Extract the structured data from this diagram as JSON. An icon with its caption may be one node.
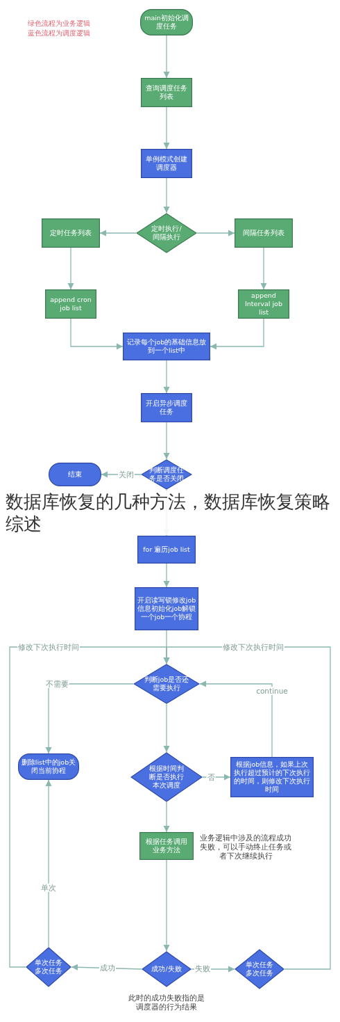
{
  "diagram": {
    "nodes": [
      {
        "text": [
          "main初始化调度任务"
        ]
      },
      {
        "text": [
          "查询调度任务列表"
        ]
      },
      {
        "text": [
          "单例模式创建调度器"
        ]
      },
      {
        "text": [
          "定时执行/间隔执行"
        ]
      },
      {
        "text": [
          "定时任务列表"
        ]
      },
      {
        "text": [
          "间隔任务列表"
        ]
      },
      {
        "text": [
          "append cron job list"
        ]
      },
      {
        "text": [
          "append Interval job list"
        ]
      },
      {
        "text": [
          "记录每个job的基础信息放到一个list中"
        ]
      },
      {
        "text": [
          "开启异步调度任务"
        ]
      },
      {
        "text": [
          "结束"
        ]
      },
      {
        "text": [
          "判断调度任务是否关闭"
        ]
      },
      {
        "text": [
          "for 遍历job list"
        ]
      },
      {
        "text": [
          "开启读写锁修改job信息初始化job解锁一个job一个协程"
        ]
      },
      {
        "text": [
          "判断job是否还需要执行"
        ]
      },
      {
        "text": [
          "删除list中的job关闭当前协程"
        ]
      },
      {
        "text": [
          "根据时间判断是否执行本次调度"
        ]
      },
      {
        "text": [
          "根据job信息，如果上次执行超过预计的下次执行的时间，则修改下次执行时间"
        ]
      },
      {
        "text": [
          "根据任务调用业务方法"
        ],
        "beside": [
          "业务逻辑中涉及的流程成功失败，可以手动终止任务或者下次继续执行"
        ]
      },
      {
        "text": [
          "成功/失败"
        ],
        "beside": [
          "此时的成功失败指的是调度器的行为结果"
        ]
      },
      {
        "text": [
          "单次任务多次任务"
        ]
      },
      {
        "text": [
          "单次任务多次任务"
        ]
      }
    ],
    "edges": [
      {
        "from": 0,
        "to": 1,
        "arrow": "to"
      },
      {
        "from": 1,
        "to": 2,
        "arrow": "to"
      },
      {
        "from": 2,
        "to": 3,
        "arrow": "to"
      },
      {
        "from": 3,
        "to": 4,
        "arrow": "to"
      },
      {
        "from": 3,
        "to": 5,
        "arrow": "to"
      },
      {
        "from": 4,
        "to": 6,
        "arrow": "to"
      },
      {
        "from": 5,
        "to": 7,
        "arrow": "to"
      },
      {
        "from": 6,
        "to": 8,
        "arrow": "to"
      },
      {
        "from": 7,
        "to": 8,
        "arrow": "to"
      },
      {
        "from": 8,
        "to": 9,
        "arrow": "to"
      },
      {
        "from": 9,
        "to": 11,
        "arrow": "to"
      },
      {
        "from": 11,
        "to": 10,
        "arrow": "to",
        "label": "关闭"
      },
      {
        "from": 11,
        "to": 12,
        "arrow": "to"
      },
      {
        "from": 12,
        "to": 13,
        "arrow": "to"
      },
      {
        "from": 13,
        "to": 14,
        "arrow": "to"
      },
      {
        "from": 14,
        "to": 15,
        "arrow": "to",
        "label": "不需要"
      },
      {
        "from": 14,
        "to": 16,
        "arrow": "to"
      },
      {
        "from": 16,
        "to": 17,
        "arrow": "to",
        "label": "否"
      },
      {
        "from": 17,
        "to": 14,
        "arrow": "to",
        "label": "continue"
      },
      {
        "from": 16,
        "to": 18,
        "arrow": "to"
      },
      {
        "from": 18,
        "to": 19,
        "arrow": "to"
      },
      {
        "from": 19,
        "to": 20,
        "arrow": "to",
        "label": "成功"
      },
      {
        "from": 19,
        "to": 21,
        "arrow": "to",
        "label": "失败"
      },
      {
        "from": 20,
        "to": 15,
        "arrow": "to",
        "label": "单次"
      },
      {
        "from": 20,
        "to": 14,
        "arrow": "to",
        "label": "修改下次执行时间"
      },
      {
        "from": 21,
        "to": 14,
        "arrow": "to",
        "label": "修改下次执行时间"
      }
    ],
    "labels": [
      "绿色流程为业务逻辑",
      "蓝色流程为调度逻辑",
      "数据库恢复的几种方法，数据库恢复策略综述"
    ]
  }
}
